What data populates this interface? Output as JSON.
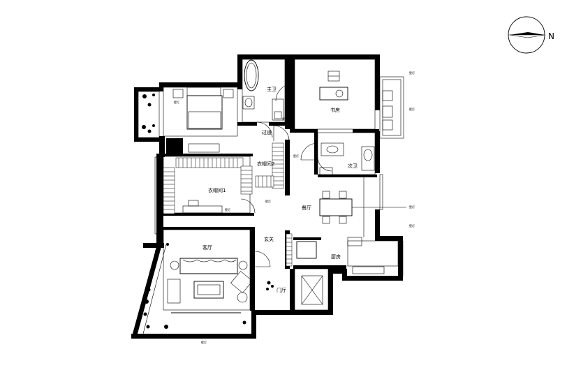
{
  "compass": {
    "north_label": "N"
  },
  "rooms": {
    "master_bath": "主卫",
    "study": "书房",
    "corridor": "过道",
    "closet2": "衣帽间2",
    "second_bath": "次卫",
    "closet1": "衣帽间1",
    "dining": "餐厅",
    "entrance": "玄关",
    "kitchen": "厨房",
    "living": "客厅",
    "foyer": "门厅"
  },
  "annotations": {
    "a1": "壁灯",
    "a2": "壁灯",
    "a3": "壁灯",
    "a4": "壁灯",
    "a5": "壁灯",
    "a6": "壁灯",
    "a7": "壁灯",
    "a8": "壁灯",
    "a9": "壁灯",
    "a10": "壁灯"
  }
}
